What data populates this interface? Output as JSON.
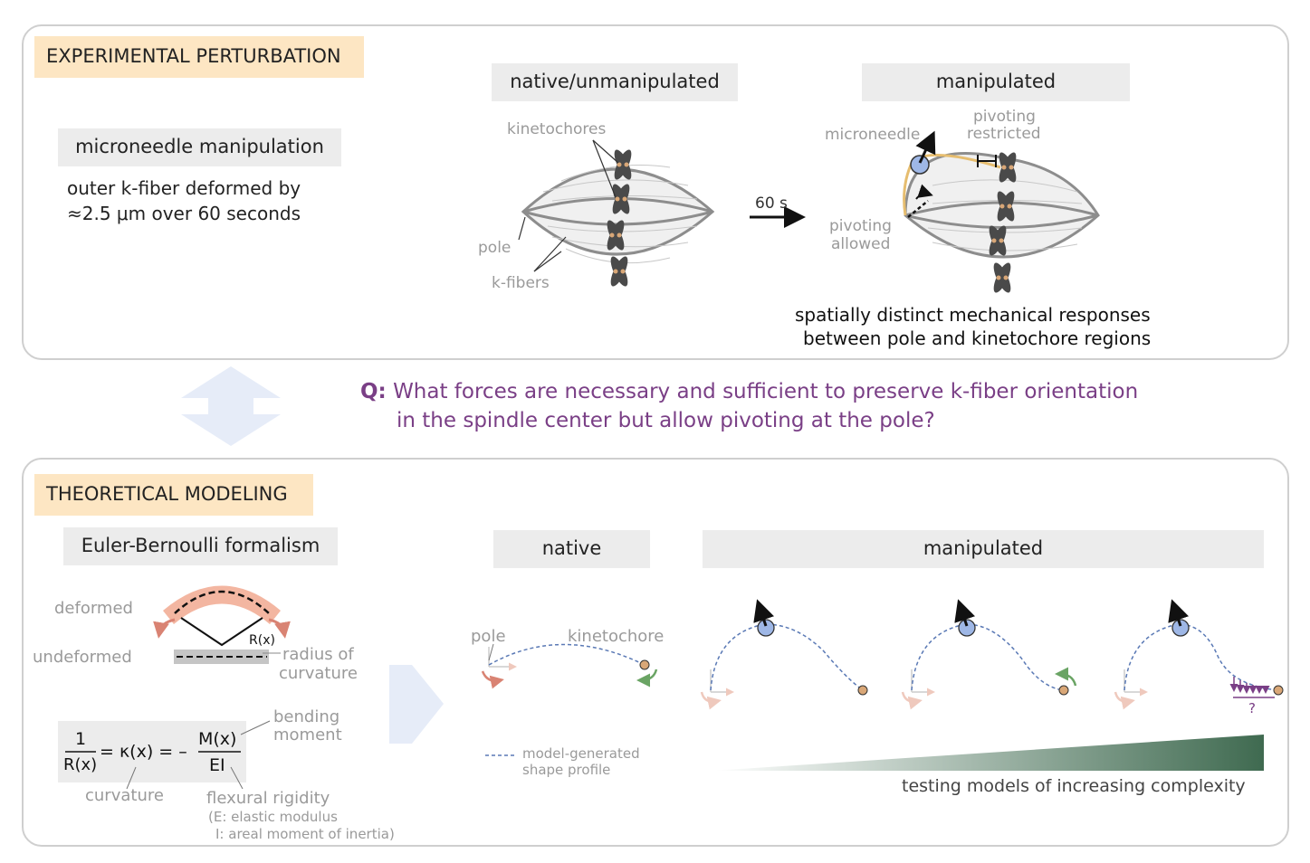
{
  "top": {
    "section_tag": "EXPERIMENTAL PERTURBATION",
    "method_title": "microneedle manipulation",
    "method_desc_line1": "outer k-fiber deformed by",
    "method_desc_line2": "≈2.5 μm over 60 seconds",
    "native_header": "native/unmanipulated",
    "manipulated_header": "manipulated",
    "labels": {
      "kinetochores": "kinetochores",
      "pole": "pole",
      "kfibers": "k-fibers",
      "microneedle": "microneedle",
      "pivoting_restricted_1": "pivoting",
      "pivoting_restricted_2": "restricted",
      "pivoting_allowed_1": "pivoting",
      "pivoting_allowed_2": "allowed",
      "time": "60 s"
    },
    "result_line1": "spatially distinct mechanical responses",
    "result_line2": "between pole and kinetochore regions"
  },
  "question": {
    "prefix": "Q:",
    "line1": "What forces are necessary and sufficient to preserve k-fiber orientation",
    "line2": "in the spindle center but allow pivoting at the pole?"
  },
  "bottom": {
    "section_tag": "THEORETICAL MODELING",
    "formalism_header": "Euler-Bernoulli formalism",
    "deformed": "deformed",
    "undeformed": "undeformed",
    "radius_label_1": "radius of",
    "radius_label_2": "curvature",
    "rx": "R(x)",
    "bending_1": "bending",
    "bending_2": "moment",
    "eq_one": "1",
    "eq_rx": "R(x)",
    "eq_mid": "= κ(x) = –",
    "eq_mx": "M(x)",
    "eq_ei": "EI",
    "curvature": "curvature",
    "flexural": "flexural rigidity",
    "elastic": "(E: elastic modulus",
    "inertia": "I: areal moment of inertia)",
    "native_header": "native",
    "manipulated_header": "manipulated",
    "pole": "pole",
    "kinetochore": "kinetochore",
    "legend_1": "model-generated",
    "legend_2": "shape profile",
    "question_mark": "?",
    "complexity": "testing models of increasing complexity"
  },
  "colors": {
    "accent_purple": "#7a3f86",
    "tag_bg": "#fde6c3",
    "header_bg": "#ececec",
    "needle_yellow": "#e6bd6f",
    "dashed_blue": "#5a79b5",
    "bead_blue": "#9eb7e6",
    "kinetochore_orange": "#d9a777",
    "green_arrow": "#6aa464",
    "red_arrow": "#d98373",
    "gradient_dark": "#3f6a50"
  }
}
